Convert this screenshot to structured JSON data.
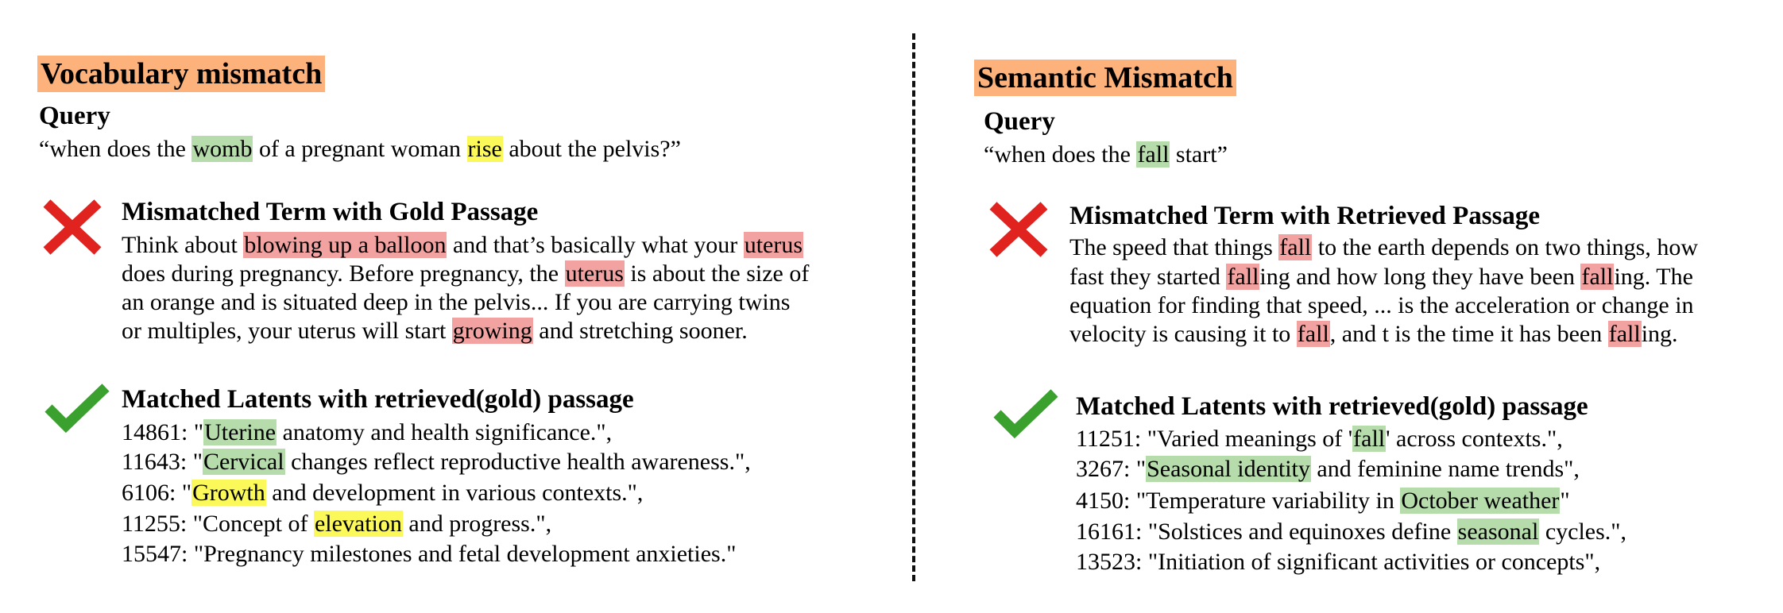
{
  "colors": {
    "title_bg": "#fcb27a",
    "green": "#b5dcaa",
    "yellow": "#fbf95a",
    "red": "#f3a2a2",
    "cross": "#e0231f",
    "check": "#3aa12f"
  },
  "icons": {
    "mismatch": "red-cross-icon",
    "match": "green-check-icon"
  },
  "left": {
    "title": "Vocabulary mismatch",
    "query_heading": "Query",
    "query": [
      {
        "t": "“when does the "
      },
      {
        "t": "womb",
        "h": "green"
      },
      {
        "t": " of a pregnant woman "
      },
      {
        "t": "rise",
        "h": "yellow"
      },
      {
        "t": " about the pelvis?”"
      }
    ],
    "mismatch_heading": "Mismatched Term with Gold Passage",
    "mismatch_lines": [
      [
        {
          "t": "Think about "
        },
        {
          "t": "blowing up a balloon",
          "h": "red"
        },
        {
          "t": " and that’s basically what your "
        },
        {
          "t": "uterus",
          "h": "red"
        }
      ],
      [
        {
          "t": "does during pregnancy. Before pregnancy, the "
        },
        {
          "t": "uterus",
          "h": "red"
        },
        {
          "t": " is about the size of"
        }
      ],
      [
        {
          "t": "an orange and is situated deep in the pelvis...  If you are carrying twins"
        }
      ],
      [
        {
          "t": "or multiples, your uterus will start "
        },
        {
          "t": "growing",
          "h": "red"
        },
        {
          "t": " and stretching sooner."
        }
      ]
    ],
    "match_heading": "Matched Latents with retrieved(gold) passage",
    "match_lines": [
      [
        {
          "t": "14861: \""
        },
        {
          "t": "Uterine",
          "h": "green"
        },
        {
          "t": " anatomy and health significance.\","
        }
      ],
      [
        {
          "t": "11643: \""
        },
        {
          "t": "Cervical",
          "h": "green"
        },
        {
          "t": " changes reflect reproductive health awareness.\","
        }
      ],
      [
        {
          "t": "6106: \""
        },
        {
          "t": "Growth",
          "h": "yellow"
        },
        {
          "t": " and development in various contexts.\","
        }
      ],
      [
        {
          "t": "11255: \"Concept of "
        },
        {
          "t": "elevation",
          "h": "yellow"
        },
        {
          "t": " and progress.\","
        }
      ],
      [
        {
          "t": "15547: \"Pregnancy milestones and fetal development anxieties.\""
        }
      ]
    ]
  },
  "right": {
    "title": "Semantic Mismatch",
    "query_heading": "Query",
    "query": [
      {
        "t": "“when does the "
      },
      {
        "t": "fall",
        "h": "green"
      },
      {
        "t": " start”"
      }
    ],
    "mismatch_heading": "Mismatched Term with Retrieved Passage",
    "mismatch_lines": [
      [
        {
          "t": "The speed that things "
        },
        {
          "t": "fall",
          "h": "red"
        },
        {
          "t": " to the earth depends on two things, how"
        }
      ],
      [
        {
          "t": "fast they started "
        },
        {
          "t": "fall",
          "h": "red"
        },
        {
          "t": "ing and how long they have been "
        },
        {
          "t": "fall",
          "h": "red"
        },
        {
          "t": "ing. The"
        }
      ],
      [
        {
          "t": "equation for finding that speed, ... is the acceleration or change in"
        }
      ],
      [
        {
          "t": "velocity  is causing it to "
        },
        {
          "t": "fall",
          "h": "red"
        },
        {
          "t": ", and t is the time it has been "
        },
        {
          "t": "fall",
          "h": "red"
        },
        {
          "t": "ing."
        }
      ]
    ],
    "match_heading": "Matched Latents with retrieved(gold) passage",
    "match_lines": [
      [
        {
          "t": "11251: \"Varied meanings of '"
        },
        {
          "t": "fall",
          "h": "green"
        },
        {
          "t": "' across contexts.\","
        }
      ],
      [
        {
          "t": "3267: \""
        },
        {
          "t": "Seasonal identity",
          "h": "green"
        },
        {
          "t": " and feminine name trends\","
        }
      ],
      [
        {
          "t": "4150: \"Temperature variability in "
        },
        {
          "t": "October weather",
          "h": "green"
        },
        {
          "t": "\""
        }
      ],
      [
        {
          "t": "16161: \"Solstices and equinoxes define "
        },
        {
          "t": "seasonal",
          "h": "green"
        },
        {
          "t": " cycles.\","
        }
      ],
      [
        {
          "t": "13523: \"Initiation of significant activities or concepts\","
        }
      ]
    ]
  }
}
